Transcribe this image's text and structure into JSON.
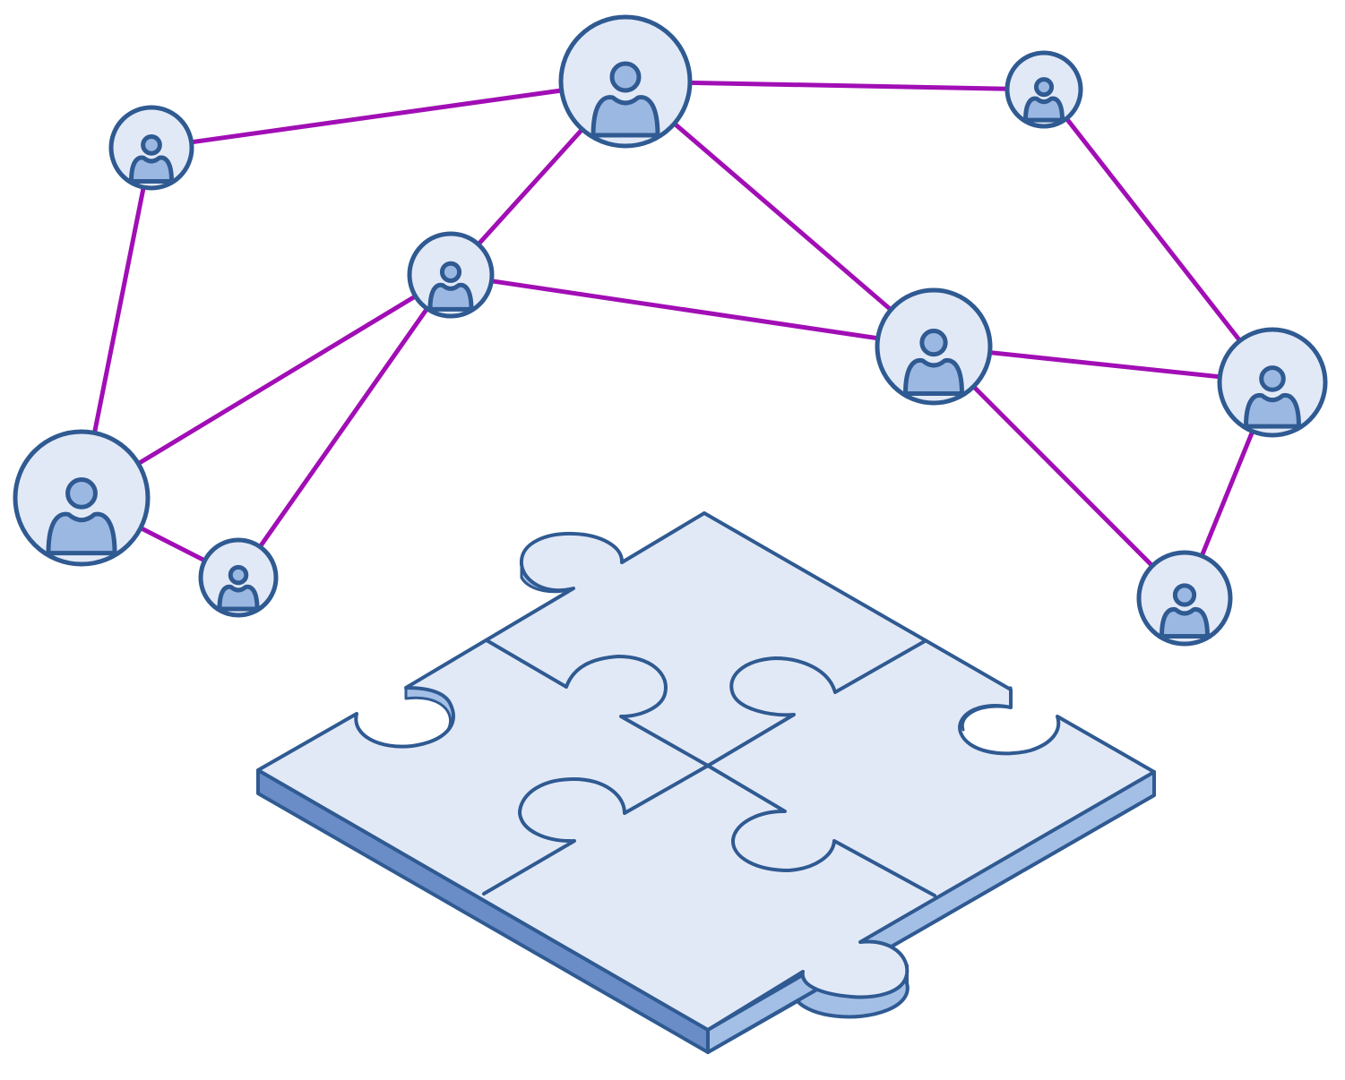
{
  "colors": {
    "background": "#ffffff",
    "edge": "#a10eb5",
    "node_fill": "#e2e9f6",
    "node_stroke": "#2f5a92",
    "person_fill": "#9bb8e2",
    "puzzle_top": "#e2e9f6",
    "puzzle_side_dark": "#6a8cc7",
    "puzzle_side_light": "#a4bfe6",
    "puzzle_stroke": "#2f5a92"
  },
  "network": {
    "nodes": [
      {
        "id": "n1",
        "icon": "user-icon"
      },
      {
        "id": "n2",
        "icon": "user-icon"
      },
      {
        "id": "n3",
        "icon": "user-icon"
      },
      {
        "id": "n4",
        "icon": "user-icon"
      },
      {
        "id": "n5",
        "icon": "user-icon"
      },
      {
        "id": "n6",
        "icon": "user-icon"
      },
      {
        "id": "n7",
        "icon": "user-icon"
      },
      {
        "id": "n8",
        "icon": "user-icon"
      },
      {
        "id": "n9",
        "icon": "user-icon"
      },
      {
        "id": "n10",
        "icon": "user-icon"
      }
    ],
    "edges": [
      [
        "n1",
        "n2"
      ],
      [
        "n2",
        "n3"
      ],
      [
        "n1",
        "n4"
      ],
      [
        "n2",
        "n5"
      ],
      [
        "n2",
        "n6"
      ],
      [
        "n5",
        "n6"
      ],
      [
        "n5",
        "n7"
      ],
      [
        "n5",
        "n8"
      ],
      [
        "n4",
        "n7"
      ],
      [
        "n4",
        "n8"
      ],
      [
        "n6",
        "n9"
      ],
      [
        "n3",
        "n9"
      ],
      [
        "n6",
        "n10"
      ],
      [
        "n9",
        "n10"
      ]
    ]
  },
  "puzzle": {
    "icon": "puzzle-icon",
    "pieces": 4
  }
}
